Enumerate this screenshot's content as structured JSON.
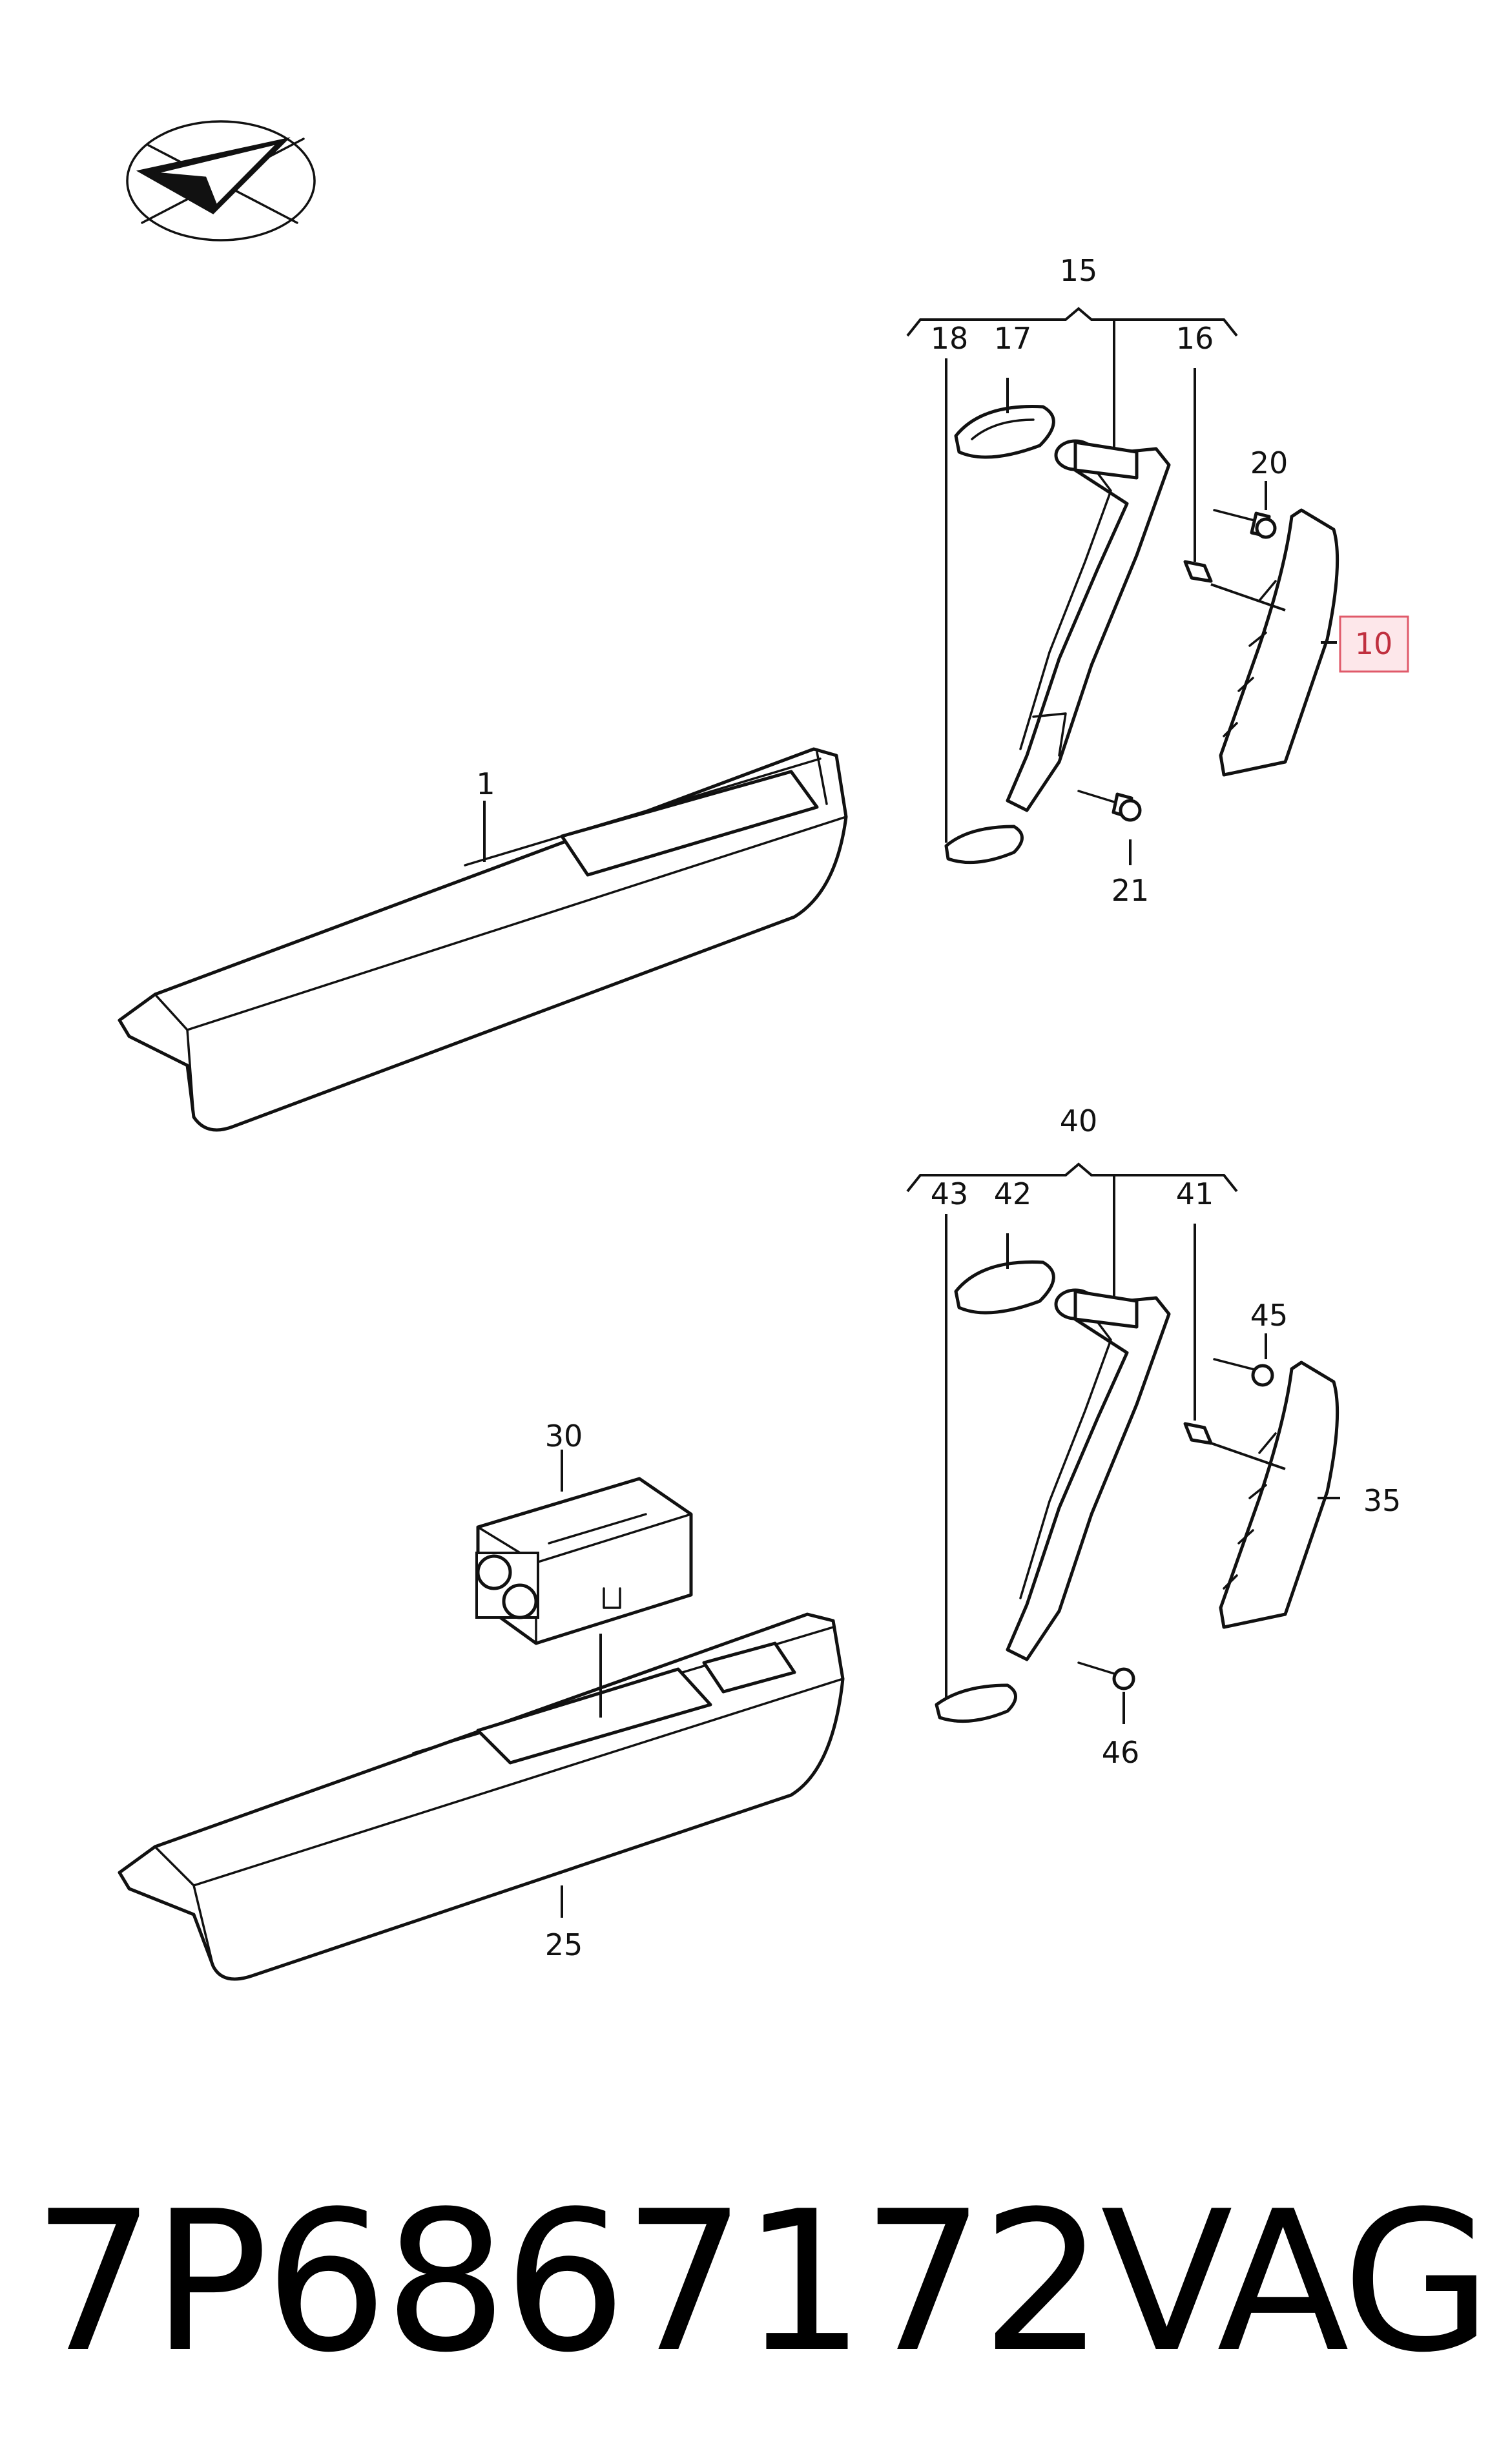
{
  "callouts": {
    "c1": "1",
    "c10": "10",
    "c15": "15",
    "c16": "16",
    "c17": "17",
    "c18": "18",
    "c20": "20",
    "c21": "21",
    "c25": "25",
    "c30": "30",
    "c35": "35",
    "c40": "40",
    "c41": "41",
    "c42": "42",
    "c43": "43",
    "c45": "45",
    "c46": "46"
  },
  "highlighted_callout": "10",
  "highlight_color": "#e05a6a",
  "footer": {
    "part_number": "7P6867172",
    "brand": "VAG"
  },
  "icons": [
    "direction-arrow-icon"
  ]
}
